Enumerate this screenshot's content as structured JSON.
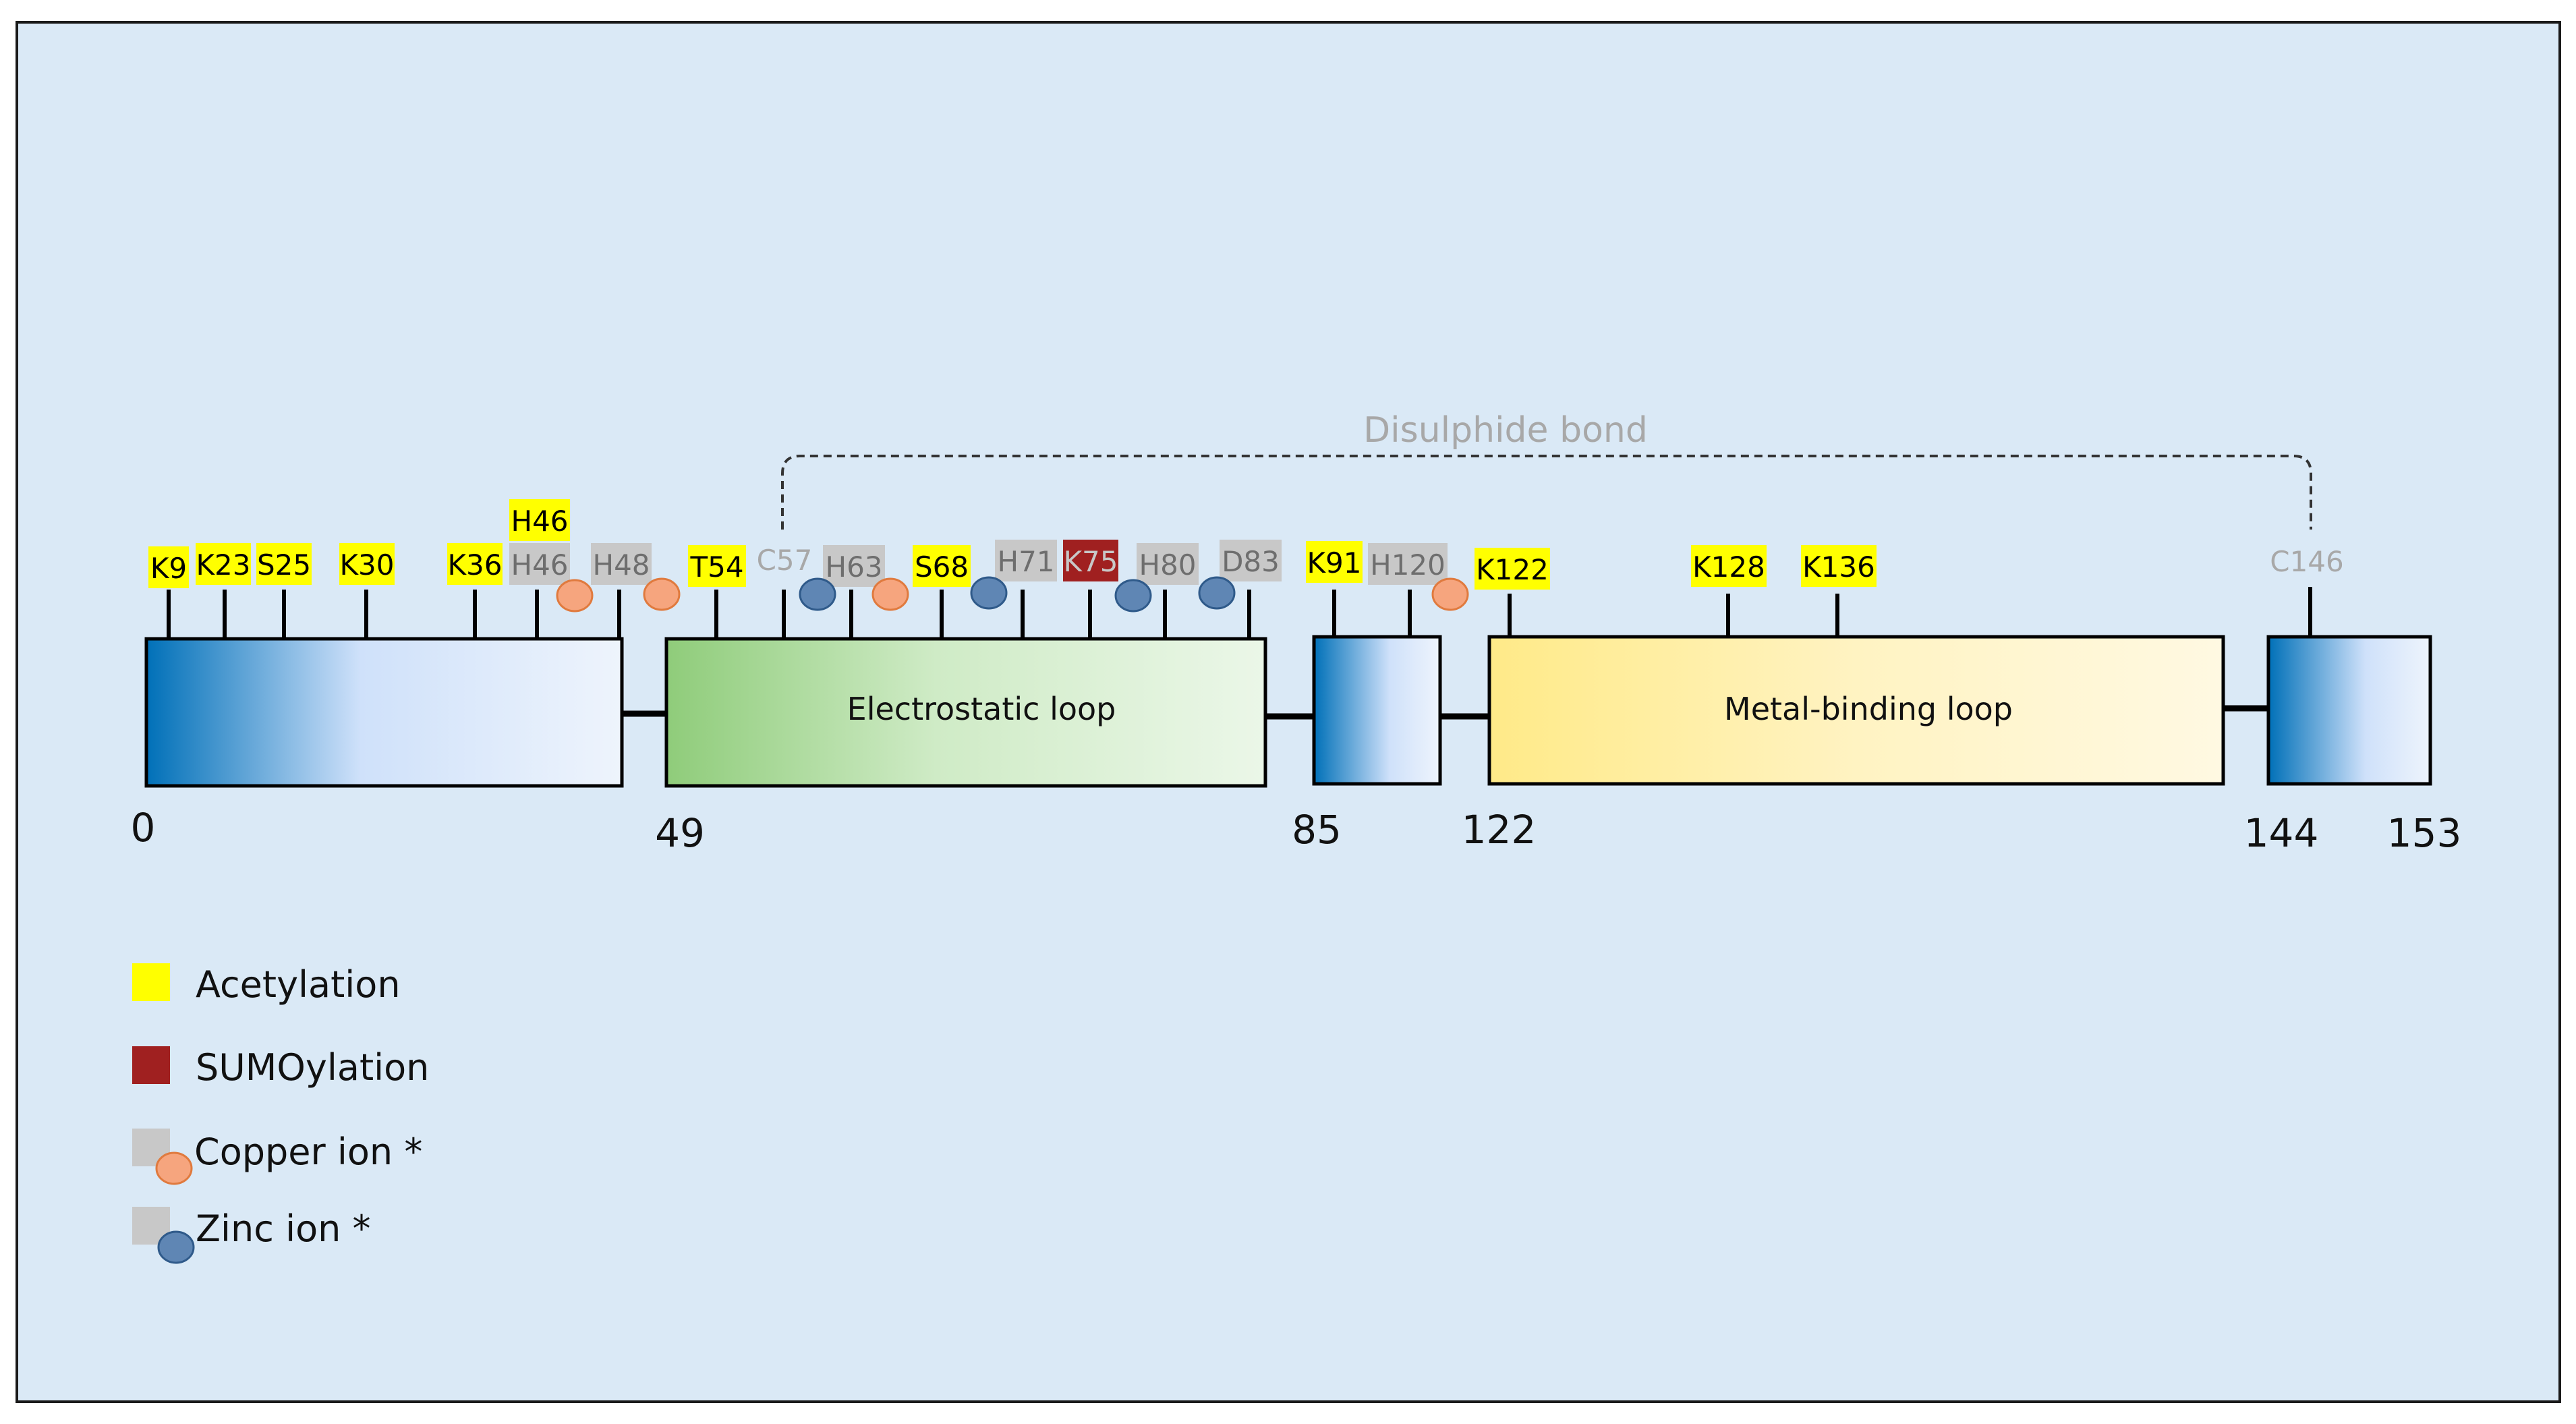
{
  "colors": {
    "background": "#DAE9F6",
    "frame": "#1A1A1A",
    "acetylation": "#FFFF00",
    "sumoylation": "#A02020",
    "metal_site_box": "#C8C8C8",
    "copper": "#F6A57E",
    "zinc": "#5F86B4",
    "disulphide": "#A0A0A0",
    "blue_domain": "#0070B8",
    "electrostatic": "#8FCC7A",
    "metal_binding": "#FFEA88"
  },
  "domains": [
    {
      "label": "",
      "kind": "blue"
    },
    {
      "label": "Electrostatic loop",
      "kind": "green"
    },
    {
      "label": "",
      "kind": "blue"
    },
    {
      "label": "Metal-binding loop",
      "kind": "yellow"
    },
    {
      "label": "",
      "kind": "blue"
    }
  ],
  "positions": [
    "0",
    "49",
    "85",
    "122",
    "144",
    "153"
  ],
  "disulphide": {
    "label": "Disulphide bond",
    "from": "C57",
    "to": "C146"
  },
  "sites": [
    {
      "label": "K9",
      "type": "acetylation"
    },
    {
      "label": "K23",
      "type": "acetylation"
    },
    {
      "label": "S25",
      "type": "acetylation"
    },
    {
      "label": "K30",
      "type": "acetylation"
    },
    {
      "label": "K36",
      "type": "acetylation"
    },
    {
      "label": "H46",
      "type": "copper",
      "extra_acetylation": "H46"
    },
    {
      "label": "H48",
      "type": "copper"
    },
    {
      "label": "T54",
      "type": "acetylation"
    },
    {
      "label": "C57",
      "type": "disulphide"
    },
    {
      "label": "H63",
      "type": "copper",
      "zinc_too": true
    },
    {
      "label": "S68",
      "type": "acetylation"
    },
    {
      "label": "H71",
      "type": "zinc"
    },
    {
      "label": "K75",
      "type": "sumoylation"
    },
    {
      "label": "H80",
      "type": "zinc"
    },
    {
      "label": "D83",
      "type": "zinc"
    },
    {
      "label": "K91",
      "type": "acetylation"
    },
    {
      "label": "H120",
      "type": "copper"
    },
    {
      "label": "K122",
      "type": "acetylation"
    },
    {
      "label": "K128",
      "type": "acetylation"
    },
    {
      "label": "K136",
      "type": "acetylation"
    },
    {
      "label": "C146",
      "type": "disulphide"
    }
  ],
  "legend": [
    {
      "label": "Acetylation",
      "type": "acetylation"
    },
    {
      "label": "SUMOylation",
      "type": "sumoylation"
    },
    {
      "label": "Copper ion *",
      "type": "copper"
    },
    {
      "label": "Zinc ion *",
      "type": "zinc"
    }
  ]
}
